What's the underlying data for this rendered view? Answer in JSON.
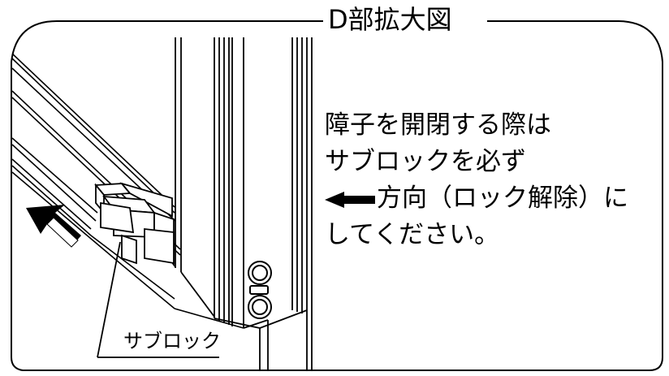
{
  "title": "D部拡大図",
  "instruction": {
    "lines": [
      "障子を開閉する際は",
      "サブロックを必ず",
      "方向（ロック解除）に",
      "してください。"
    ],
    "arrow_icon": "left-arrow-icon"
  },
  "callout": {
    "label": "サブロック"
  },
  "colors": {
    "line": "#000000",
    "background": "#ffffff"
  }
}
